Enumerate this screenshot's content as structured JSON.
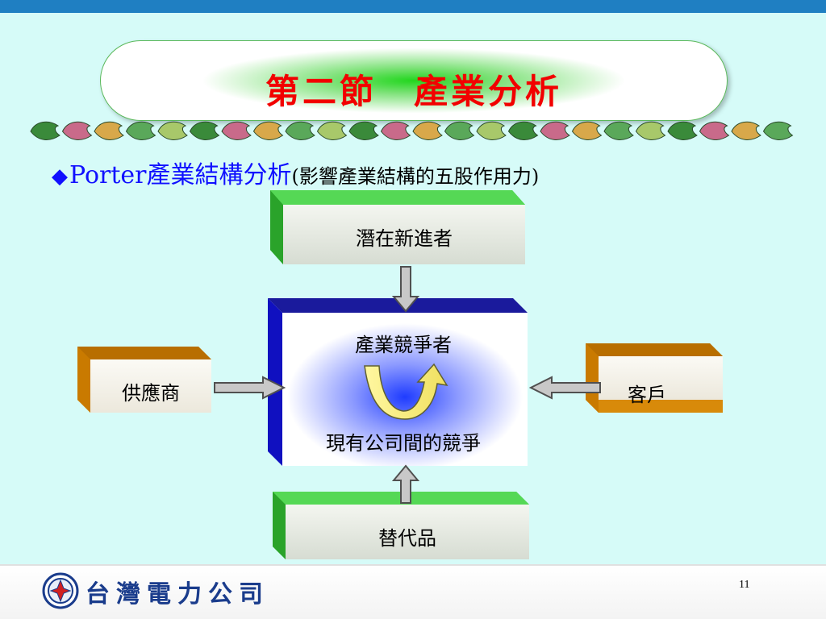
{
  "slide": {
    "title": "第二節　產業分析",
    "subtitle_bullet": "◆",
    "subtitle_main": "Porter產業結構分析",
    "subtitle_paren": "(影響產業結構的五股作用力)",
    "page_number": "11"
  },
  "forces": {
    "entrants": "潛在新進者",
    "suppliers": "供應商",
    "buyers": "客戶",
    "substitutes": "替代品",
    "center_top": "產業競爭者",
    "center_bottom": "現有公司間的競爭"
  },
  "footer": {
    "company": "台灣電力公司"
  },
  "colors": {
    "top_bar": "#1f7fc2",
    "background": "#d6fbf8",
    "title_red": "#f20000",
    "subtitle_blue": "#1010ff",
    "green_box": "#3cc83c",
    "orange_box": "#d88a0a",
    "navy_box": "#1a1a9c"
  }
}
